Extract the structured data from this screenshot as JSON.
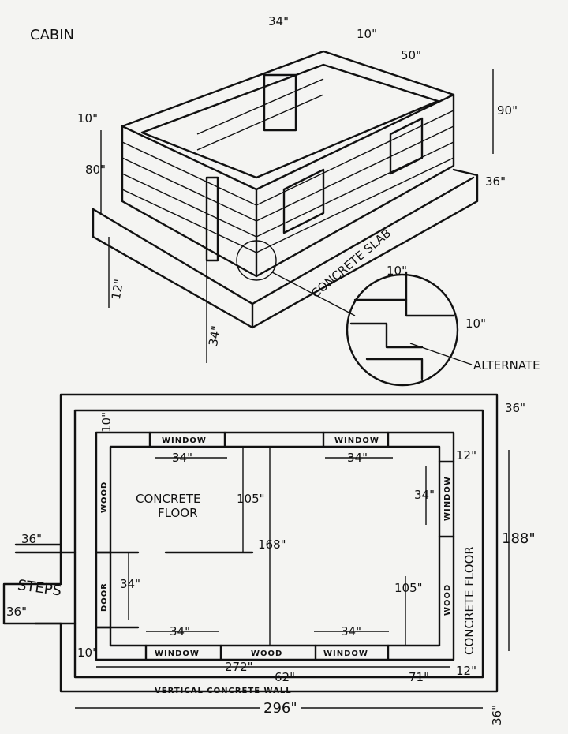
{
  "title": "CABIN",
  "isometric": {
    "dims": {
      "window_width": "34\"",
      "wall_thickness_top": "10\"",
      "window_height": "50\"",
      "wall_height": "90\"",
      "wall_thickness_left": "10\"",
      "window_sill": "80\"",
      "slab_overhang": "36\"",
      "slab_height": "12\"",
      "door_width": "34\""
    },
    "slab_label": "CONCRETE SLAB",
    "detail": {
      "dim_top": "10\"",
      "dim_right": "10\"",
      "callout": "ALTERNATE"
    }
  },
  "plan": {
    "top_right_dim": "36\"",
    "windows": [
      "WINDOW",
      "WINDOW",
      "WINDOW",
      "WINDOW",
      "WINDOW"
    ],
    "wood": [
      "WOOD",
      "WOOD",
      "WOOD"
    ],
    "door": "DOOR",
    "floor_label": [
      "CONCRETE",
      "FLOOR"
    ],
    "right_floor_label": "CONCRETE FLOOR",
    "steps": "STEPS",
    "dims": {
      "top_log": "10\"",
      "bottom_log": "10\"",
      "win_top_left": "34\"",
      "win_top_right": "34\"",
      "win_bottom_left": "34\"",
      "win_bottom_right": "34\"",
      "win_right": "34\"",
      "door": "34\"",
      "depth_left": "105\"",
      "depth_right": "105\"",
      "interior_depth": "168\"",
      "overall_depth": "188\"",
      "right_log": "12\"",
      "right_bottom": "12\"",
      "interior_width": "272\"",
      "center_wood": "62\"",
      "right_corner": "71\"",
      "overall_width": "296\"",
      "bottom_right": "36\"",
      "steps_width": "36\"",
      "steps_depth": "36\""
    },
    "wall_label": "VERTICAL CONCRETE WALL"
  }
}
